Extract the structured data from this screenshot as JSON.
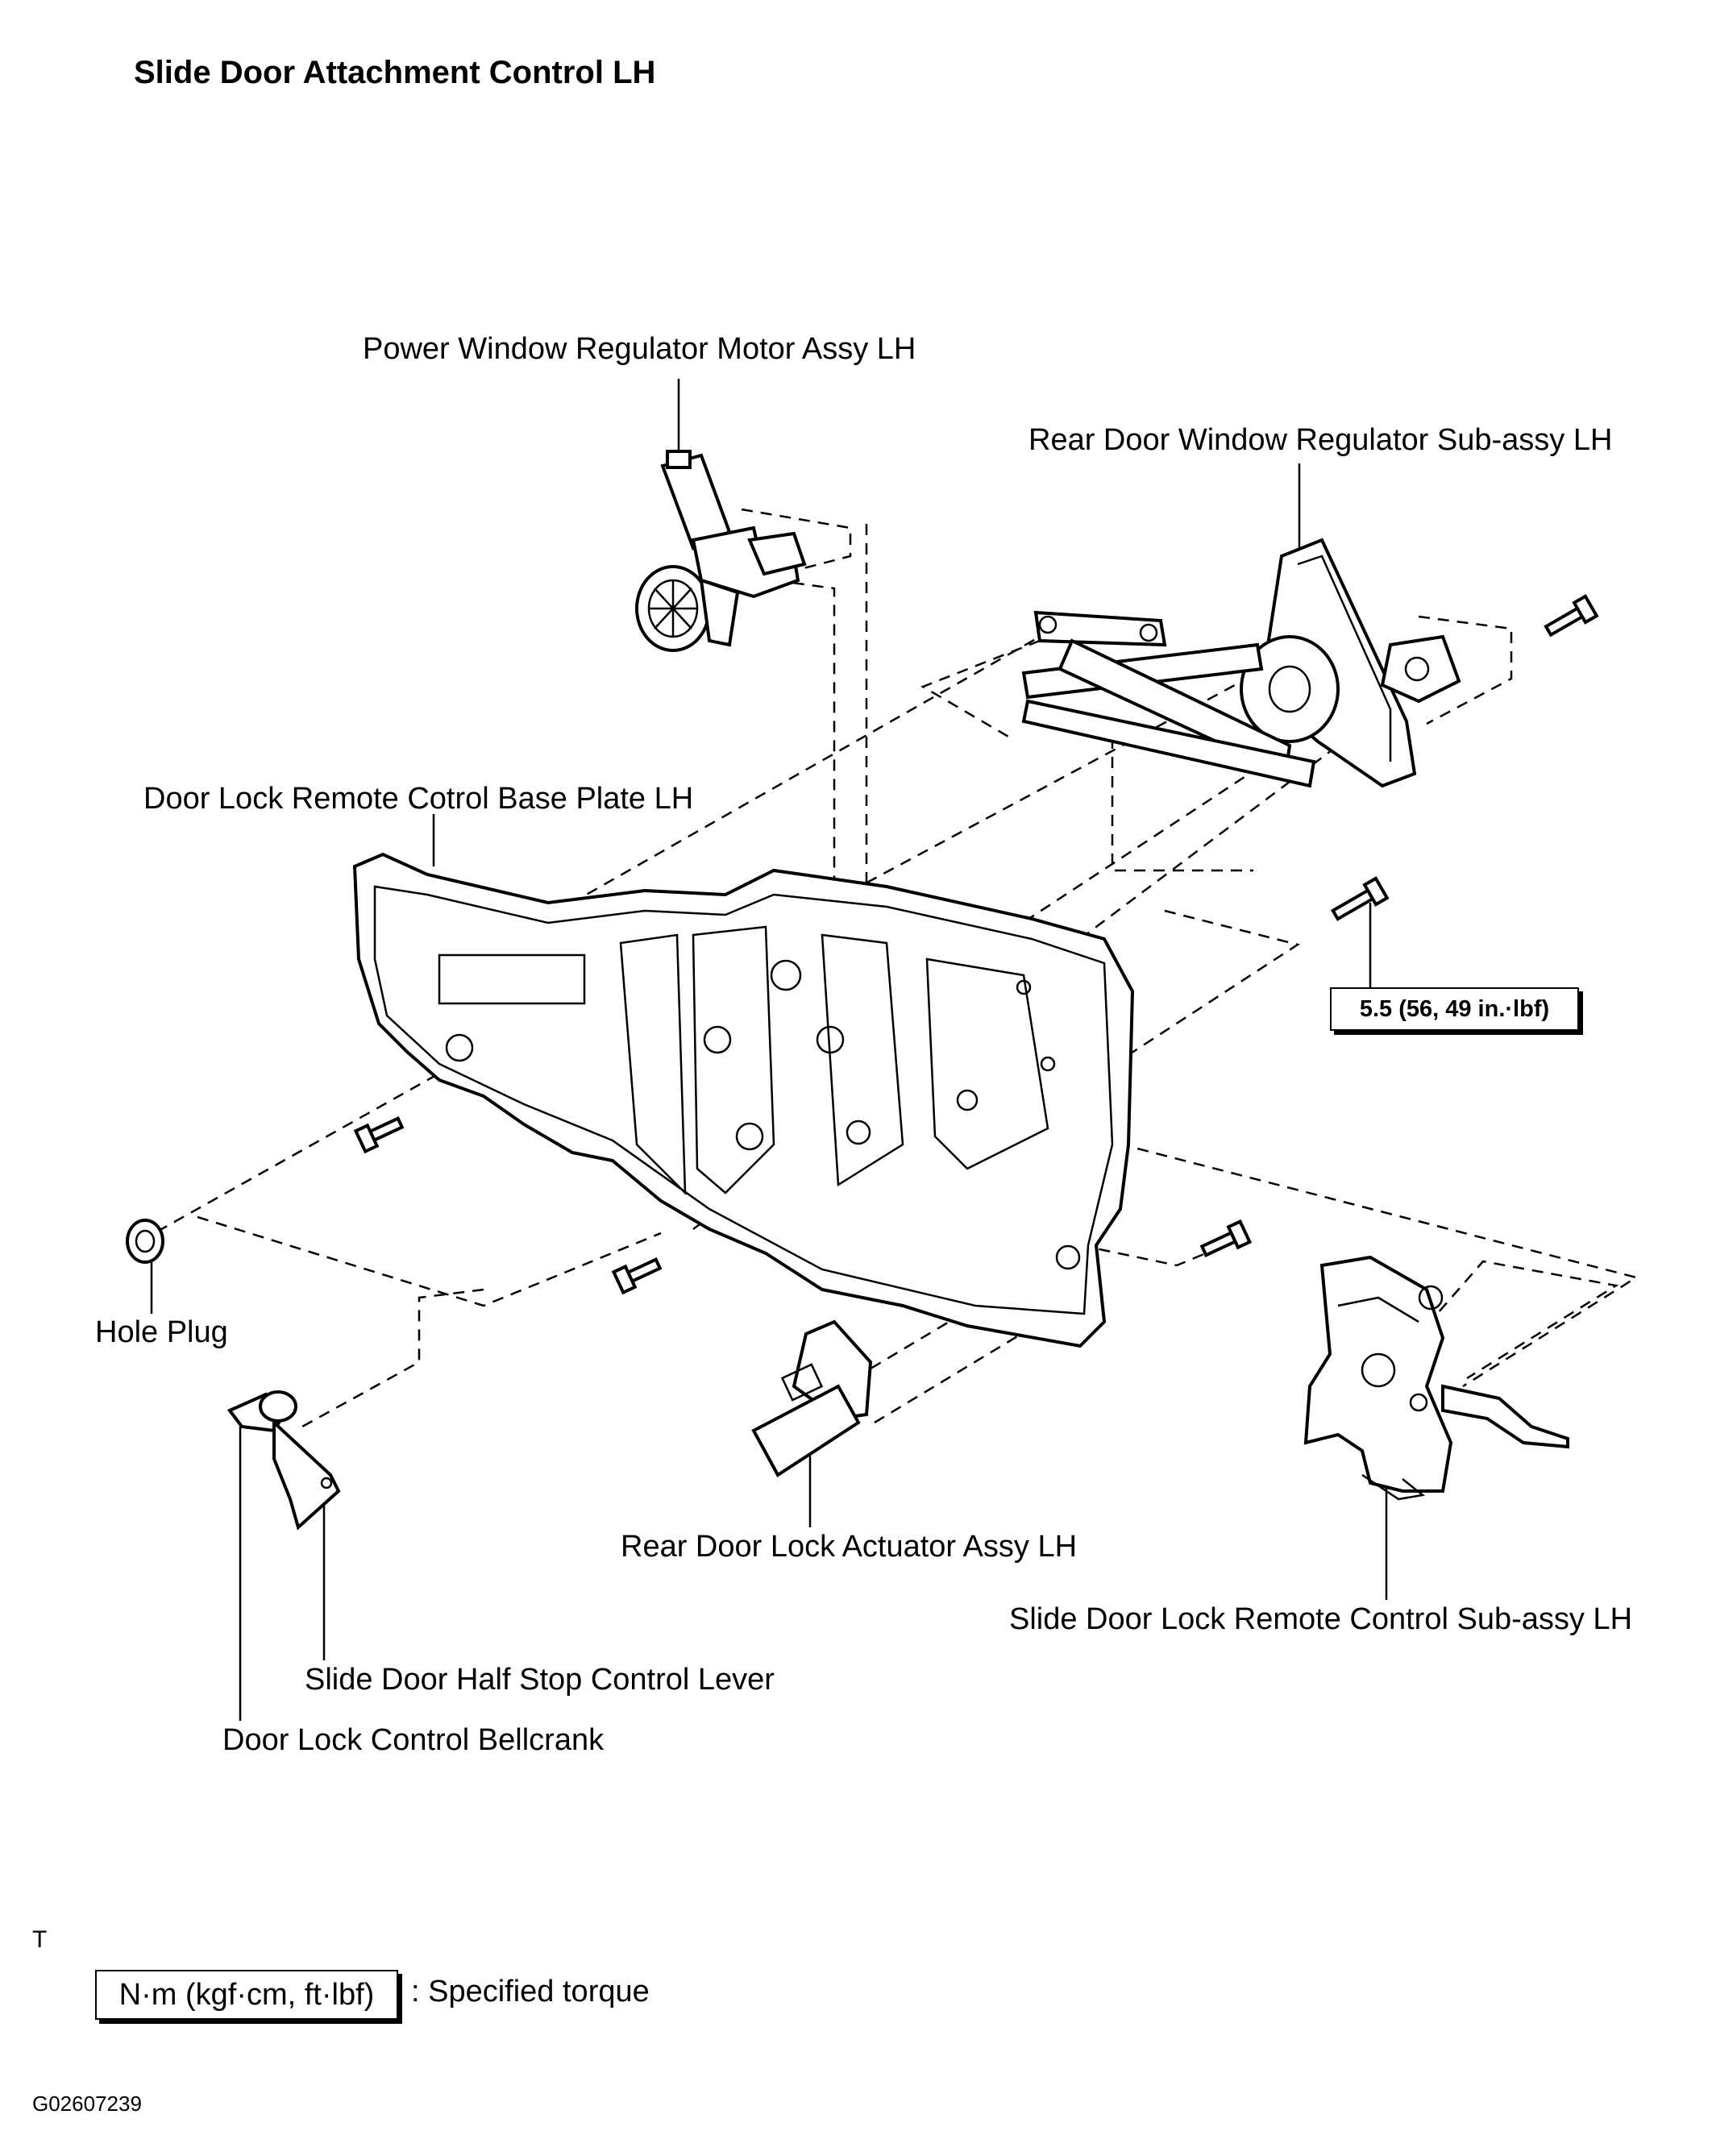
{
  "title": "Slide Door Attachment Control LH",
  "labels": {
    "motor": "Power Window Regulator Motor Assy LH",
    "regulator": "Rear Door Window Regulator Sub-assy LH",
    "base_plate": "Door Lock Remote Cotrol Base Plate LH",
    "hole_plug": "Hole Plug",
    "actuator": "Rear Door Lock Actuator Assy LH",
    "remote_control": "Slide Door Lock Remote Control Sub-assy LH",
    "half_stop": "Slide Door Half Stop Control Lever",
    "bellcrank": "Door Lock Control Bellcrank"
  },
  "torque_spec": "5.5 (56, 49 in.·lbf)",
  "legend": {
    "box": "N·m (kgf·cm, ft·lbf)",
    "text": ": Specified torque"
  },
  "corner_mark": "T",
  "figure_code": "G02607239"
}
